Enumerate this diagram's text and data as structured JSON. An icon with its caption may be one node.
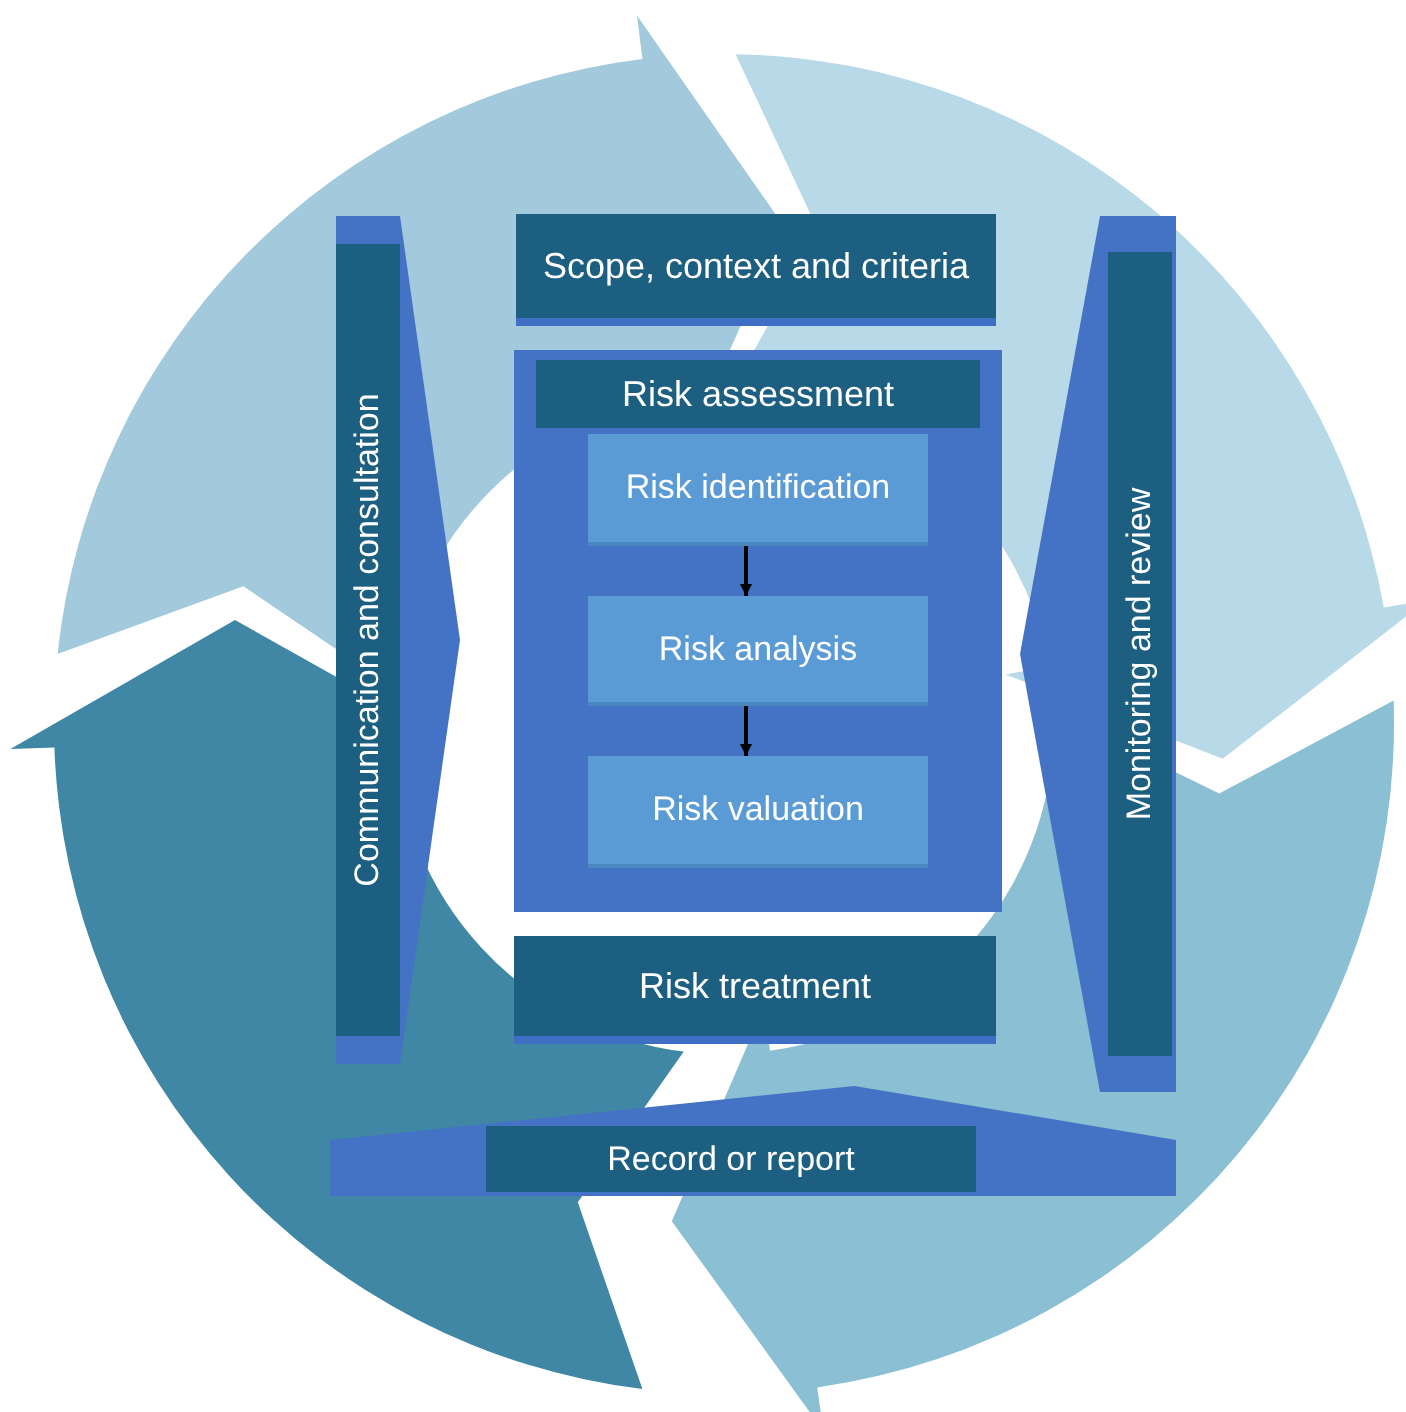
{
  "diagram": {
    "nodes": [
      {
        "text": [
          "Scope, context and criteria"
        ]
      },
      {
        "text": [
          "Risk assessment"
        ]
      },
      {
        "text": [
          "Risk identification"
        ],
        "in": 1
      },
      {
        "text": [
          "Risk analysis"
        ],
        "in": 1
      },
      {
        "text": [
          "Risk valuation"
        ],
        "in": 1
      },
      {
        "text": [
          "Risk treatment"
        ]
      },
      {
        "text": [
          "Communication and consultation"
        ]
      },
      {
        "text": [
          "Monitoring and review"
        ]
      },
      {
        "text": [
          "Record or report"
        ]
      }
    ],
    "edges": [
      {
        "from": 2,
        "to": 3,
        "arrow": "to"
      },
      {
        "from": 3,
        "to": 4,
        "arrow": "to"
      }
    ]
  }
}
